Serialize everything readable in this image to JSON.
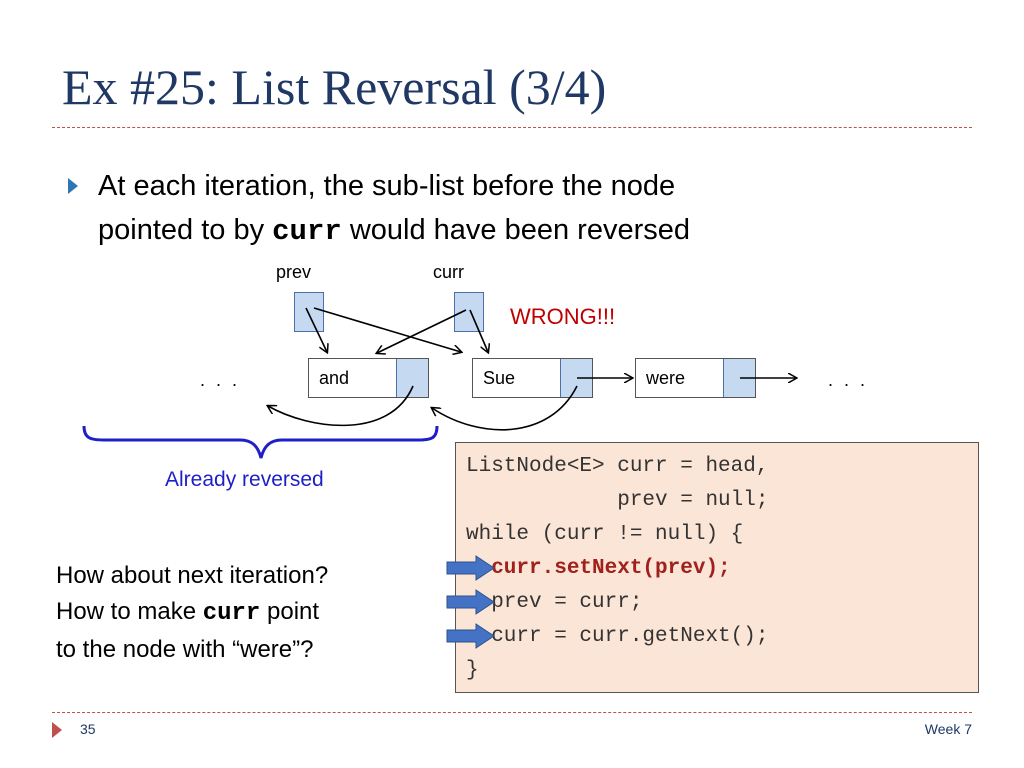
{
  "slide": {
    "title": "Ex #25: List Reversal (3/4)",
    "bullet_text_1": "At each iteration, the sub-list before the node",
    "bullet_text_2a": "pointed to by ",
    "bullet_code": "curr",
    "bullet_text_2b": " would have been reversed"
  },
  "diagram": {
    "prev_label": "prev",
    "curr_label": "curr",
    "wrong_label": "WRONG!!!",
    "left_dots": ". . .",
    "right_dots": ". . .",
    "nodes": [
      {
        "text": "and"
      },
      {
        "text": "Sue"
      },
      {
        "text": "were"
      }
    ],
    "already_reversed": "Already reversed"
  },
  "question": {
    "line1": "How about next iteration?",
    "line2a": "How to make ",
    "line2_code": "curr",
    "line2b": " point",
    "line3": "to the node with “were”?"
  },
  "code": {
    "lines": [
      "ListNode<E> curr = head,",
      "            prev = null;",
      "while (curr != null) {",
      "  curr.setNext(prev);",
      "  prev = curr;",
      "  curr = curr.getNext();",
      "}"
    ]
  },
  "footer": {
    "page_number": "35",
    "week": "Week 7"
  },
  "colors": {
    "title": "#1F3864",
    "accent_red": "#C0504D",
    "wrong": "#C00000",
    "brace_blue": "#1F1FC8",
    "pointer_fill": "#C5D9F1",
    "code_bg": "#FBE5D6",
    "step_arrow": "#4472C4"
  }
}
